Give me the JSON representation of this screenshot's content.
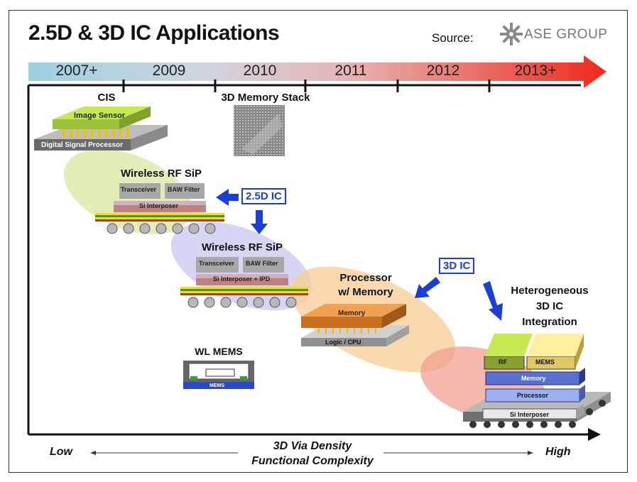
{
  "title": "2.5D & 3D IC Applications",
  "source_label": "Source:",
  "source_org": "ASE GROUP",
  "timeline": [
    "2007+",
    "2009",
    "2010",
    "2011",
    "2012",
    "2013+"
  ],
  "items": {
    "cis": "CIS",
    "image_sensor": "Image Sensor",
    "dsp": "Digital Signal Processor",
    "memory_stack": "3D Memory Stack",
    "wireless_rf_1": "Wireless RF SiP",
    "wireless_rf_2": "Wireless RF SiP",
    "transceiver": "Transceiver",
    "baw_filter": "BAW Filter",
    "si_interposer": "Si Interposer",
    "si_interposer_ipd": "Si Interposer + IPD",
    "ic_25d": "2.5D IC",
    "ic_3d": "3D IC",
    "processor_memory": "Processor\nw/ Memory",
    "memory": "Memory",
    "logic_cpu": "Logic / CPU",
    "wl_mems": "WL MEMS",
    "mems": "MEMS",
    "hetero": "Heterogeneous\n3D IC\nIntegration",
    "rf": "RF",
    "processor": "Processor",
    "si_interposer_2": "Si Interposer"
  },
  "axis": {
    "low": "Low",
    "high": "High",
    "line1": "3D Via Density",
    "line2": "Functional Complexity"
  },
  "colors": {
    "accent_blue": "#1a3fd6",
    "timeline_start": "#9ad0e0",
    "timeline_end": "#ee2a1a"
  }
}
